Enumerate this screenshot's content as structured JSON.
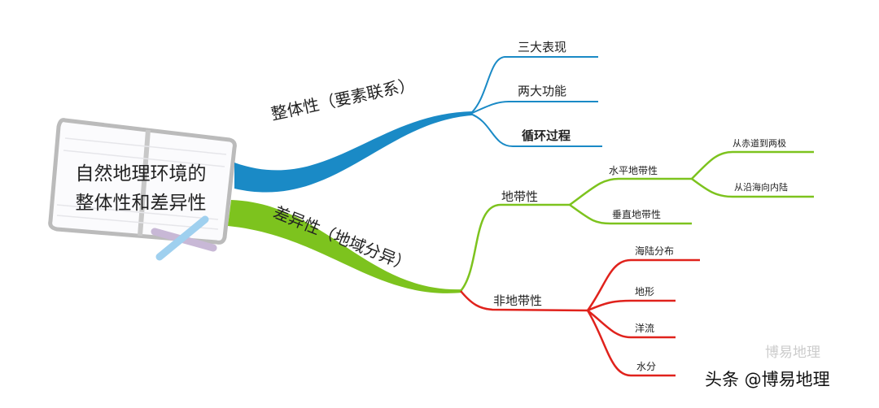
{
  "center": {
    "line1": "自然地理环境的",
    "line2": "整体性和差异性"
  },
  "colors": {
    "blue": "#1a8ac6",
    "green": "#7dc31e",
    "red": "#e0221c"
  },
  "integrity": {
    "label": "整体性（要素联系）",
    "children": [
      "三大表现",
      "两大功能",
      "循环过程"
    ]
  },
  "difference": {
    "label": "差异性（地域分异）",
    "zonal": {
      "label": "地带性",
      "horizontal": {
        "label": "水平地带性",
        "children": [
          "从赤道到两极",
          "从沿海向内陆"
        ]
      },
      "vertical": "垂直地带性"
    },
    "azonal": {
      "label": "非地带性",
      "children": [
        "海陆分布",
        "地形",
        "洋流",
        "水分"
      ]
    }
  },
  "watermark": {
    "source": "头条 @博易地理",
    "wechat": "博易地理"
  }
}
